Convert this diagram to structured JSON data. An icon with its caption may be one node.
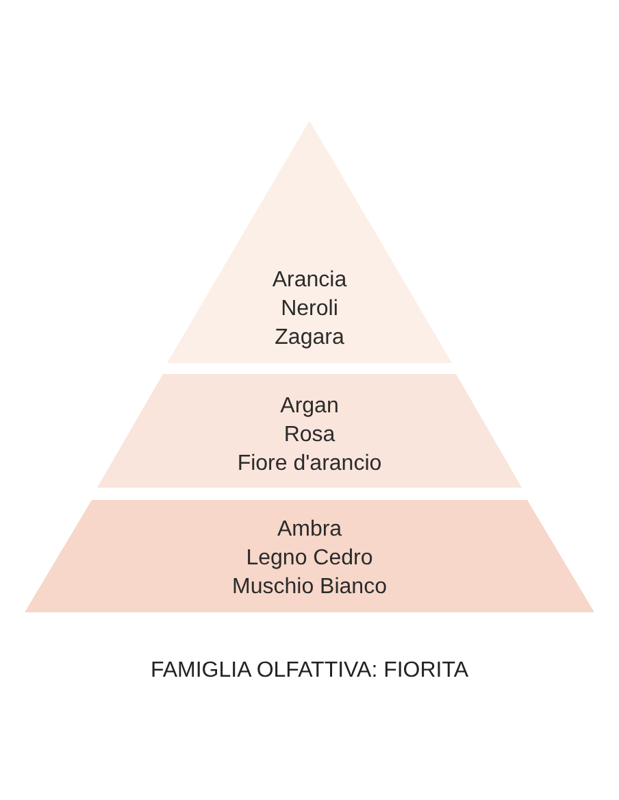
{
  "diagram": {
    "caption": "FAMIGLIA OLFATTIVA: FIORITA",
    "nodes": [
      {
        "text": [
          "Arancia",
          "Neroli",
          "Zagara"
        ]
      },
      {
        "text": [
          "Argan",
          "Rosa",
          "Fiore d'arancio"
        ]
      },
      {
        "text": [
          "Ambra",
          "Legno Cedro",
          "Muschio Bianco"
        ]
      }
    ]
  }
}
